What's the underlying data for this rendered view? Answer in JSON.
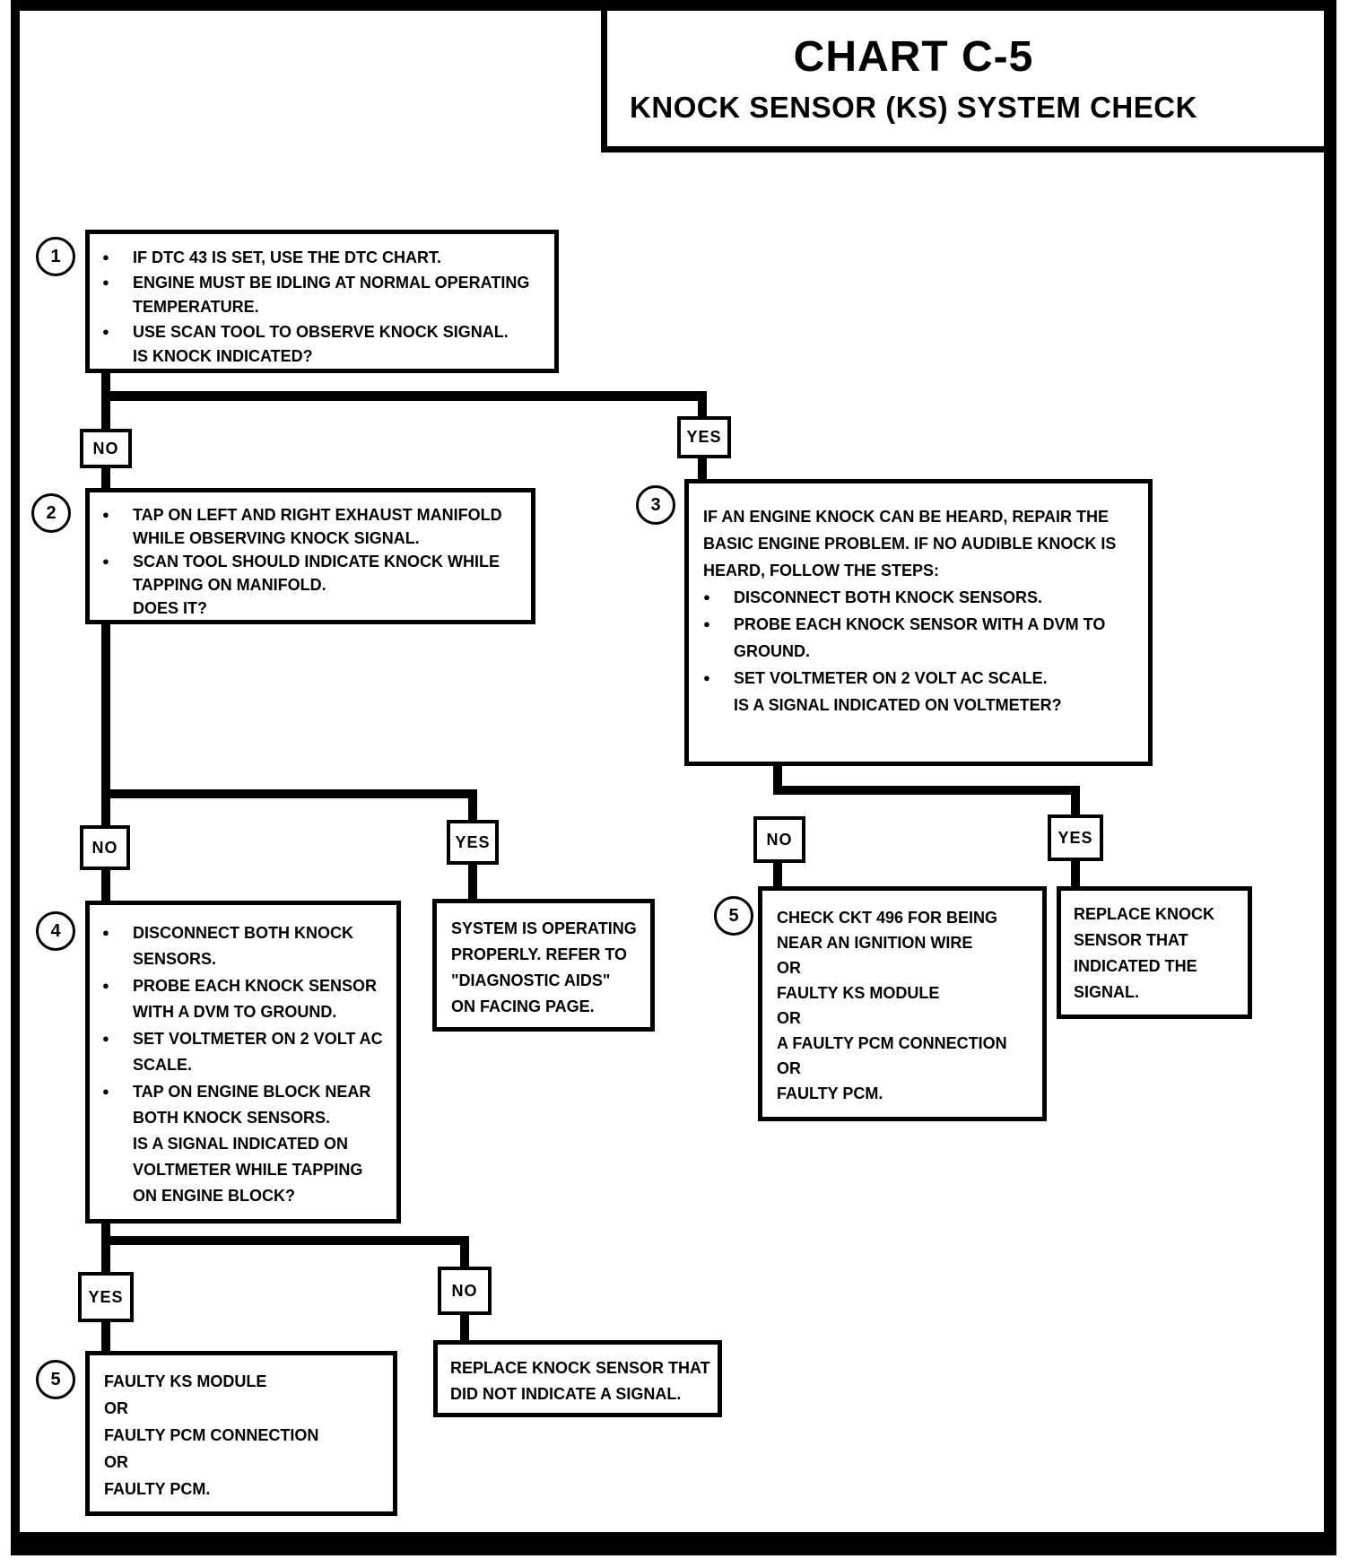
{
  "title": {
    "line1": "CHART C-5",
    "line2": "KNOCK SENSOR (KS) SYSTEM CHECK"
  },
  "labels": {
    "no": "NO",
    "yes": "YES"
  },
  "icons": {
    "bullet": "●"
  },
  "nodes": {
    "n1": {
      "num": "1",
      "lines": [
        {
          "b": true,
          "t": "IF DTC 43 IS SET, USE THE DTC CHART."
        },
        {
          "b": true,
          "t": "ENGINE MUST BE IDLING AT NORMAL OPERATING"
        },
        {
          "i": true,
          "t": "TEMPERATURE."
        },
        {
          "b": true,
          "t": "USE SCAN TOOL TO OBSERVE KNOCK SIGNAL."
        },
        {
          "i": true,
          "t": "IS KNOCK INDICATED?"
        }
      ]
    },
    "n2": {
      "num": "2",
      "lines": [
        {
          "b": true,
          "t": "TAP ON LEFT AND RIGHT EXHAUST MANIFOLD"
        },
        {
          "i": true,
          "t": "WHILE OBSERVING KNOCK SIGNAL."
        },
        {
          "b": true,
          "t": "SCAN TOOL SHOULD INDICATE KNOCK WHILE"
        },
        {
          "i": true,
          "t": "TAPPING ON MANIFOLD."
        },
        {
          "i": true,
          "t": "DOES IT?"
        }
      ]
    },
    "n3": {
      "num": "3",
      "lines": [
        {
          "t": "IF AN ENGINE KNOCK CAN BE HEARD, REPAIR THE"
        },
        {
          "t": "BASIC ENGINE PROBLEM.  IF NO AUDIBLE KNOCK IS"
        },
        {
          "t": "HEARD, FOLLOW THE STEPS:"
        },
        {
          "b": true,
          "t": "DISCONNECT BOTH KNOCK SENSORS."
        },
        {
          "b": true,
          "t": "PROBE EACH KNOCK SENSOR WITH A DVM TO"
        },
        {
          "i": true,
          "t": "GROUND."
        },
        {
          "b": true,
          "t": "SET VOLTMETER ON 2 VOLT AC SCALE."
        },
        {
          "i": true,
          "t": "IS A SIGNAL INDICATED ON VOLTMETER?"
        }
      ]
    },
    "n4": {
      "num": "4",
      "lines": [
        {
          "b": true,
          "t": "DISCONNECT BOTH KNOCK"
        },
        {
          "i": true,
          "t": "SENSORS."
        },
        {
          "b": true,
          "t": "PROBE EACH KNOCK SENSOR"
        },
        {
          "i": true,
          "t": "WITH A DVM TO GROUND."
        },
        {
          "b": true,
          "t": "SET VOLTMETER ON 2 VOLT AC"
        },
        {
          "i": true,
          "t": "SCALE."
        },
        {
          "b": true,
          "t": "TAP ON ENGINE BLOCK NEAR"
        },
        {
          "i": true,
          "t": "BOTH KNOCK SENSORS."
        },
        {
          "i": true,
          "t": "IS A SIGNAL INDICATED ON"
        },
        {
          "i": true,
          "t": "VOLTMETER WHILE TAPPING"
        },
        {
          "i": true,
          "t": "ON ENGINE BLOCK?"
        }
      ]
    },
    "system_ok": {
      "lines": [
        {
          "t": "SYSTEM IS OPERATING"
        },
        {
          "t": "PROPERLY.  REFER TO"
        },
        {
          "t": "\"DIAGNOSTIC AIDS\""
        },
        {
          "t": "ON FACING PAGE."
        }
      ]
    },
    "n5_right": {
      "num": "5",
      "lines": [
        {
          "t": "CHECK CKT 496 FOR BEING"
        },
        {
          "t": "NEAR AN IGNITION WIRE"
        },
        {
          "t": "OR"
        },
        {
          "t": "FAULTY KS MODULE"
        },
        {
          "t": "OR"
        },
        {
          "t": "A FAULTY PCM CONNECTION"
        },
        {
          "t": "OR"
        },
        {
          "t": "FAULTY PCM."
        }
      ]
    },
    "replace_right": {
      "lines": [
        {
          "t": "REPLACE KNOCK"
        },
        {
          "t": "SENSOR THAT"
        },
        {
          "t": "INDICATED THE"
        },
        {
          "t": "SIGNAL."
        }
      ]
    },
    "n5_left": {
      "num": "5",
      "lines": [
        {
          "t": "FAULTY KS MODULE"
        },
        {
          "t": "OR"
        },
        {
          "t": "FAULTY PCM CONNECTION"
        },
        {
          "t": "OR"
        },
        {
          "t": "FAULTY PCM."
        }
      ]
    },
    "replace_left": {
      "lines": [
        {
          "t": "REPLACE KNOCK SENSOR THAT"
        },
        {
          "t": "DID NOT INDICATE A SIGNAL."
        }
      ]
    }
  },
  "colors": {
    "ink": "#000000",
    "paper": "#ffffff"
  }
}
